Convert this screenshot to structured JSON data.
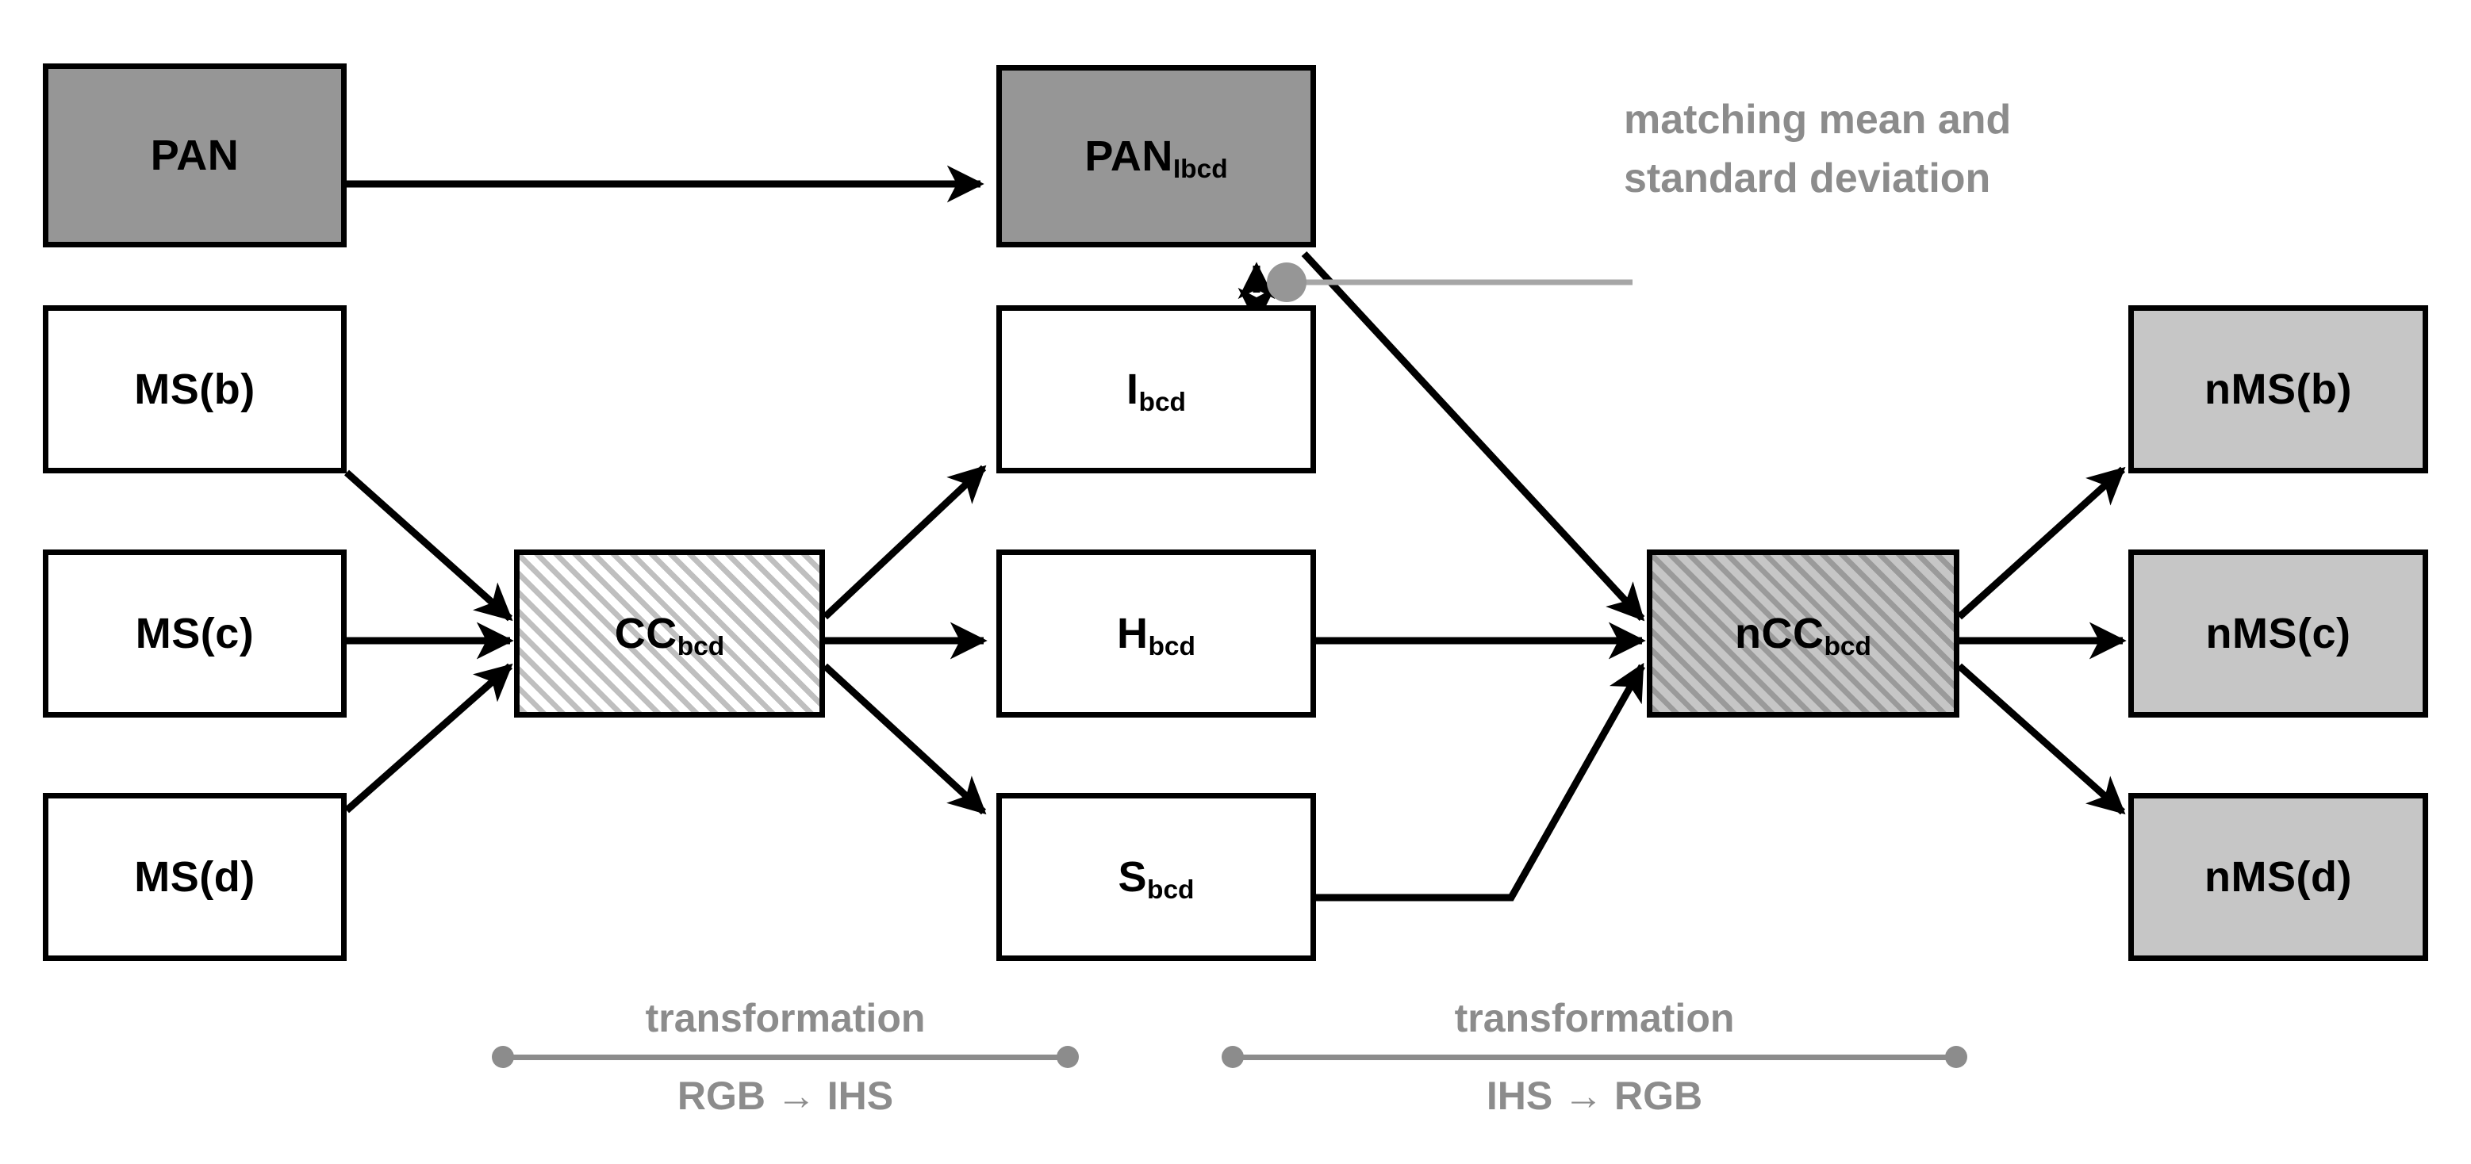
{
  "diagram": {
    "title": "IHS pansharpening workflow",
    "colors": {
      "stroke": "#000000",
      "pan_fill": "#969696",
      "nms_fill": "#c6c6c6",
      "hatch_light": "#bfbfbf",
      "hatch_dark": "#9a9a9a",
      "annotation_gray": "#8c8c8c",
      "background": "#ffffff"
    },
    "nodes": {
      "pan": {
        "base": "PAN",
        "sub": ""
      },
      "ms_b": {
        "base": "MS(b)",
        "sub": ""
      },
      "ms_c": {
        "base": "MS(c)",
        "sub": ""
      },
      "ms_d": {
        "base": "MS(d)",
        "sub": ""
      },
      "cc": {
        "base": "CC",
        "sub": "bcd"
      },
      "pan_ibcd": {
        "base": "PAN",
        "sub": "Ibcd"
      },
      "i_bcd": {
        "base": "I",
        "sub": "bcd"
      },
      "h_bcd": {
        "base": "H",
        "sub": "bcd"
      },
      "s_bcd": {
        "base": "S",
        "sub": "bcd"
      },
      "ncc": {
        "base": "nCC",
        "sub": "bcd"
      },
      "nms_b": {
        "base": "nMS(b)",
        "sub": ""
      },
      "nms_c": {
        "base": "nMS(c)",
        "sub": ""
      },
      "nms_d": {
        "base": "nMS(d)",
        "sub": ""
      }
    },
    "annotation": {
      "line1": "matching mean and",
      "line2": "standard deviation"
    },
    "legends": [
      {
        "top": "transformation",
        "bottom": "RGB → IHS"
      },
      {
        "top": "transformation",
        "bottom": "IHS → RGB"
      }
    ]
  }
}
